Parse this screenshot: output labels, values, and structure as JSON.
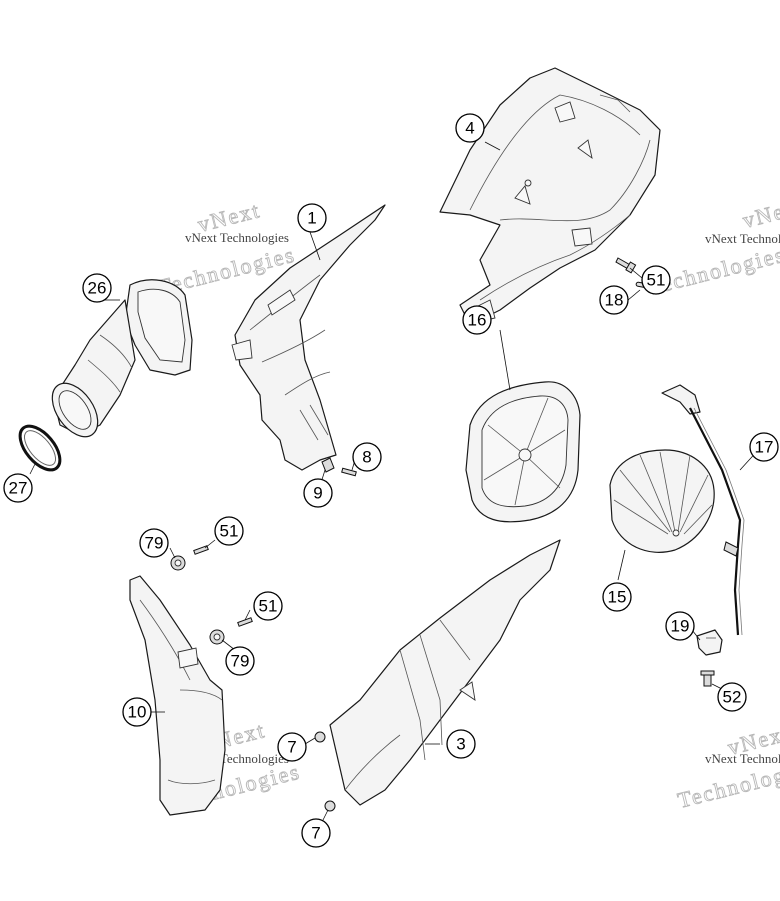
{
  "watermark": {
    "text": "vNext Technologies",
    "line1": "vNext",
    "line2": "Technologies"
  },
  "callouts": [
    {
      "id": "c1",
      "label": "1"
    },
    {
      "id": "c4",
      "label": "4"
    },
    {
      "id": "c51a",
      "label": "51"
    },
    {
      "id": "c26",
      "label": "26"
    },
    {
      "id": "c27",
      "label": "27"
    },
    {
      "id": "c8",
      "label": "8"
    },
    {
      "id": "c9",
      "label": "9"
    },
    {
      "id": "c18",
      "label": "18"
    },
    {
      "id": "c16",
      "label": "16"
    },
    {
      "id": "c17",
      "label": "17"
    },
    {
      "id": "c15",
      "label": "15"
    },
    {
      "id": "c19",
      "label": "19"
    },
    {
      "id": "c52",
      "label": "52"
    },
    {
      "id": "c79a",
      "label": "79"
    },
    {
      "id": "c51b",
      "label": "51"
    },
    {
      "id": "c51c",
      "label": "51"
    },
    {
      "id": "c79b",
      "label": "79"
    },
    {
      "id": "c10",
      "label": "10"
    },
    {
      "id": "c7a",
      "label": "7"
    },
    {
      "id": "c3",
      "label": "3"
    },
    {
      "id": "c7b",
      "label": "7"
    }
  ],
  "colors": {
    "line": "#1a1a1a",
    "fill": "#f4f4f4",
    "watermark": "#b8b8b8"
  }
}
